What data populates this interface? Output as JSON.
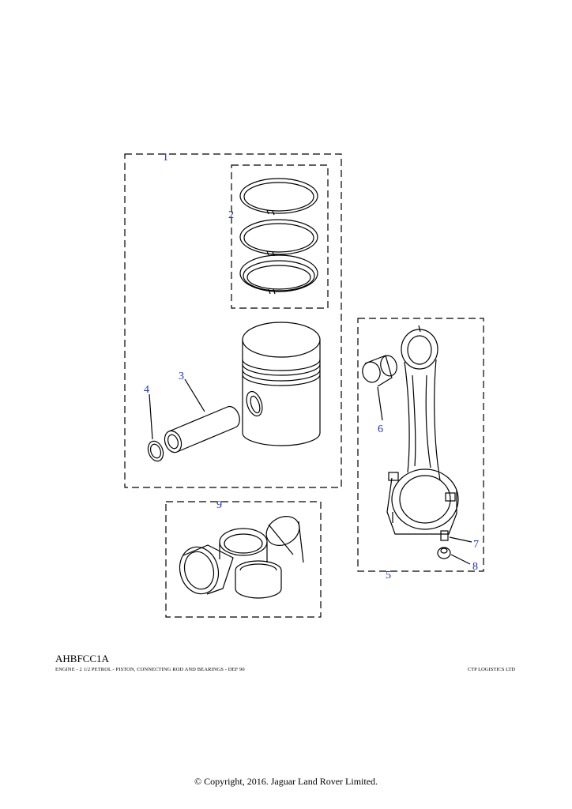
{
  "diagram": {
    "callouts": [
      "1",
      "2",
      "3",
      "4",
      "5",
      "6",
      "7",
      "8",
      "9"
    ],
    "callout_color": "#1a2fd0",
    "line_color": "#000000"
  },
  "footer": {
    "code": "AHBFCC1A",
    "description": "ENGINE - 2 1/2 PETROL - PISTON, CONNECTING ROD AND BEARINGS - DEF 90",
    "company": "CTP LOGISTICS LTD",
    "copyright": "© Copyright, 2016. Jaguar Land Rover Limited."
  }
}
